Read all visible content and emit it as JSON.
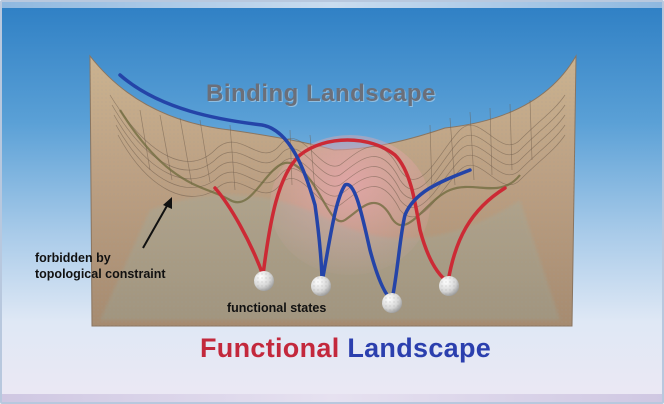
{
  "diagram": {
    "binding_title": "Binding Landscape",
    "forbidden_label_line1": "forbidden by",
    "forbidden_label_line2": "topological constraint",
    "functional_states_label": "functional states",
    "functional_title_word1": "Functional",
    "functional_title_word2": "Landscape"
  },
  "colors": {
    "functional_word1": "#c3283c",
    "functional_word2": "#2b3fae",
    "red_path": "#cc2a35",
    "blue_path": "#2444a8",
    "surface": "#b59a79"
  },
  "elements": {
    "balls": [
      "ball-1",
      "ball-2",
      "ball-3",
      "ball-4"
    ],
    "paths": [
      "red-path",
      "blue-path"
    ],
    "arrow": "forbidden-arrow"
  }
}
